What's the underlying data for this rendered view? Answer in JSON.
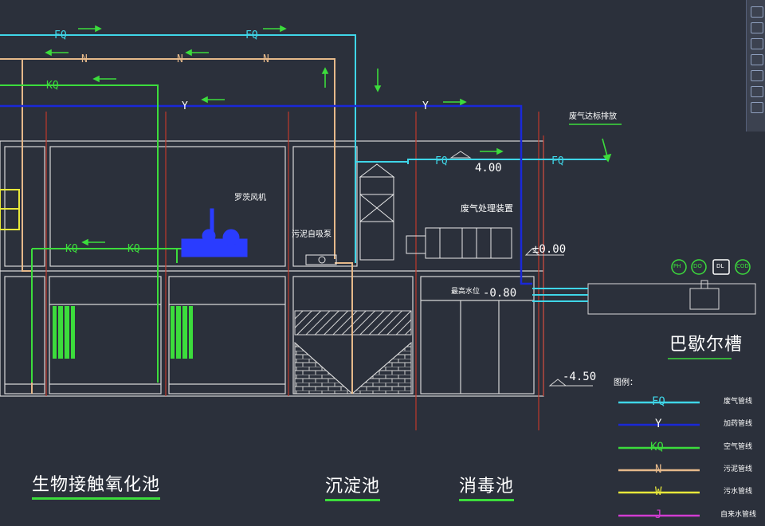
{
  "pipe_codes": {
    "fq": "FQ",
    "n": "N",
    "kq": "KQ",
    "y": "Y",
    "w": "W",
    "j": "J"
  },
  "colors": {
    "background": "#2b303b",
    "fq": "#3fd6e8",
    "n": "#e6b98a",
    "kq": "#3cdc3c",
    "y": "#1a28d8",
    "w": "#e8e83a",
    "j": "#d23cd2",
    "wall": "#d8d8d8",
    "wall_red": "#c0392b",
    "equipment": "#2a3cff"
  },
  "equipment_labels": {
    "blower": "罗茨风机",
    "sludge_pump": "污泥自吸泵",
    "exhaust_outlet": "废气达标排放",
    "deodorizer": "废气处理装置",
    "water_level": "最高水位",
    "pipe_symbol_kq_vertical": "KQ"
  },
  "elevations": {
    "top": "4.00",
    "ground": "±0.00",
    "water": "-0.80",
    "bottom": "-4.50"
  },
  "tank_titles": {
    "bio": "生物接触氧化池",
    "settle": "沉淀池",
    "disinfect": "消毒池",
    "baer": "巴歇尔槽"
  },
  "legend": {
    "title": "图例：",
    "items": [
      {
        "code": "FQ",
        "desc": "废气管线",
        "color": "#3fd6e8"
      },
      {
        "code": "Y",
        "desc": "加药管线",
        "color": "#1a28d8"
      },
      {
        "code": "KQ",
        "desc": "空气管线",
        "color": "#3cdc3c"
      },
      {
        "code": "N",
        "desc": "污泥管线",
        "color": "#e6b98a"
      },
      {
        "code": "W",
        "desc": "污水管线",
        "color": "#e8e83a"
      },
      {
        "code": "J",
        "desc": "自来水管线",
        "color": "#d23cd2"
      }
    ]
  },
  "instrument_labels": [
    "PH",
    "DO",
    "DL",
    "COD"
  ]
}
